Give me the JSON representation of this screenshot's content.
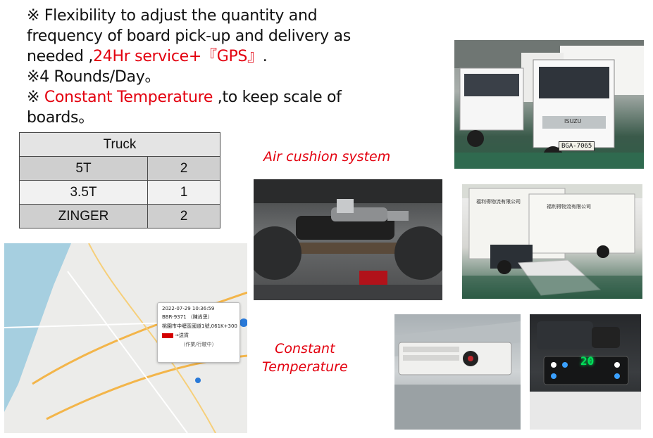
{
  "bullets": {
    "line1": "※ Flexibility to adjust the quantity and",
    "line2": "frequency of board pick-up and delivery as",
    "line3_pre": "needed ,",
    "line3_red": "24Hr service+『GPS』",
    "line3_post": ".",
    "line4": "※4 Rounds/Day。",
    "line5_pre": "※ ",
    "line5_red": "Constant Temperature",
    "line5_post": " ,to keep scale of",
    "line6": "boards。"
  },
  "truck_table": {
    "header": "Truck",
    "rows": [
      {
        "type": "5T",
        "count": "2"
      },
      {
        "type": "3.5T",
        "count": "1"
      },
      {
        "type": "ZINGER",
        "count": "2"
      }
    ]
  },
  "captions": {
    "air_cushion": "Air cushion system",
    "constant_line1": "Constant",
    "constant_line2": "Temperature"
  },
  "photos": {
    "truck_brand": "ISUZU",
    "truck_plate": "BGA-7065",
    "box_company_1": "福利得物流有限公司",
    "box_company_2": "福利得物流有限公司",
    "panel_temp": "20",
    "map_popup": {
      "datetime": "2022-07-29 10:36:59",
      "vehicle": "BBR-9371 （陳尚思）",
      "location": "桃園市中壢區國道1號,061K+300",
      "status": "→送貨",
      "footer": "（作業/行駛中）"
    }
  },
  "colors": {
    "accent_red": "#e3000f",
    "table_header": "#e4e4e4",
    "table_row_dark": "#cfcfcf",
    "gps_status_bar": "#d40000"
  }
}
